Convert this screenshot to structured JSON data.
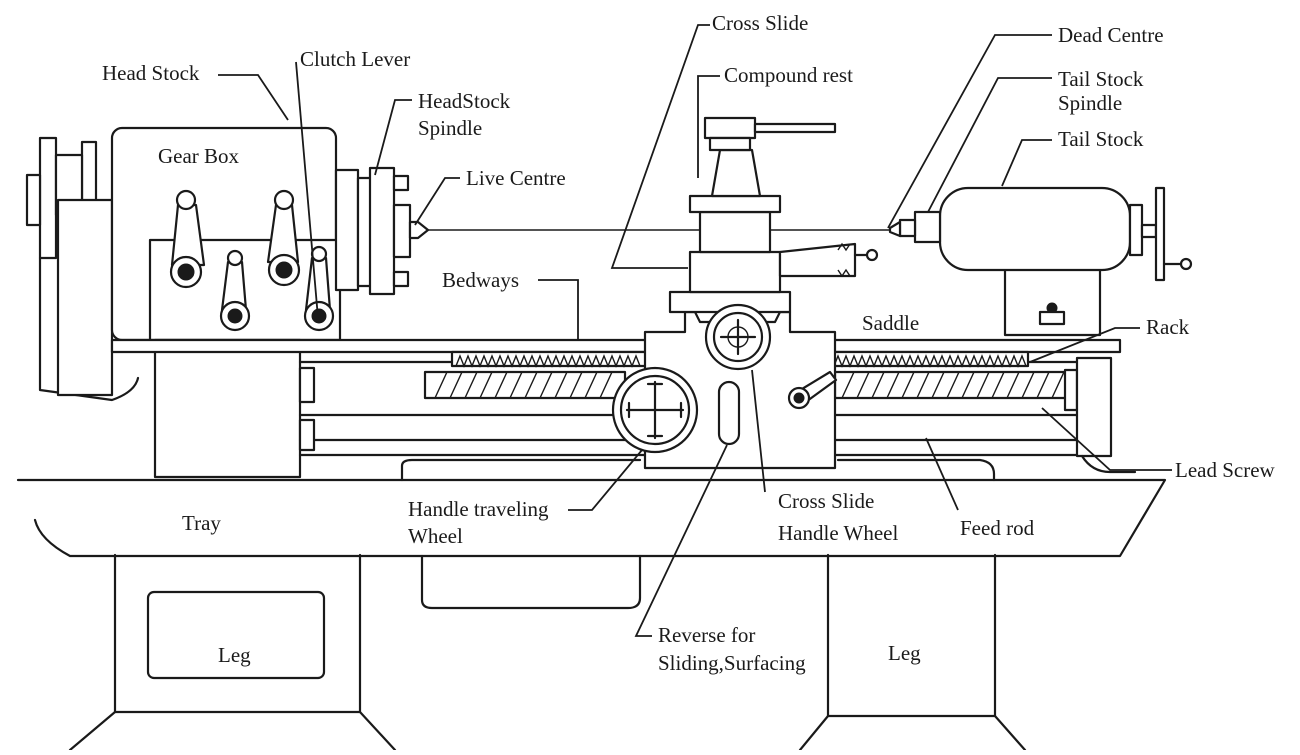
{
  "diagram": {
    "labels": {
      "head_stock": "Head Stock",
      "clutch_lever": "Clutch Lever",
      "headstock_spindle_line1": "HeadStock",
      "headstock_spindle_line2": "Spindle",
      "gear_box": "Gear Box",
      "live_centre": "Live Centre",
      "cross_slide": "Cross Slide",
      "compound_rest": "Compound rest",
      "dead_centre": "Dead Centre",
      "tail_stock_spindle_line1": "Tail Stock",
      "tail_stock_spindle_line2": "Spindle",
      "tail_stock": "Tail Stock",
      "bedways": "Bedways",
      "saddle": "Saddle",
      "rack": "Rack",
      "lead_screw": "Lead Screw",
      "tray": "Tray",
      "handle_traveling_wheel_line1": "Handle traveling",
      "handle_traveling_wheel_line2": "Wheel",
      "cross_slide_handle_wheel_line1": "Cross Slide",
      "cross_slide_handle_wheel_line2": "Handle Wheel",
      "feed_rod": "Feed rod",
      "reverse_line1": "Reverse for",
      "reverse_line2": "Sliding,Surfacing",
      "leg_left": "Leg",
      "leg_right": "Leg"
    }
  }
}
